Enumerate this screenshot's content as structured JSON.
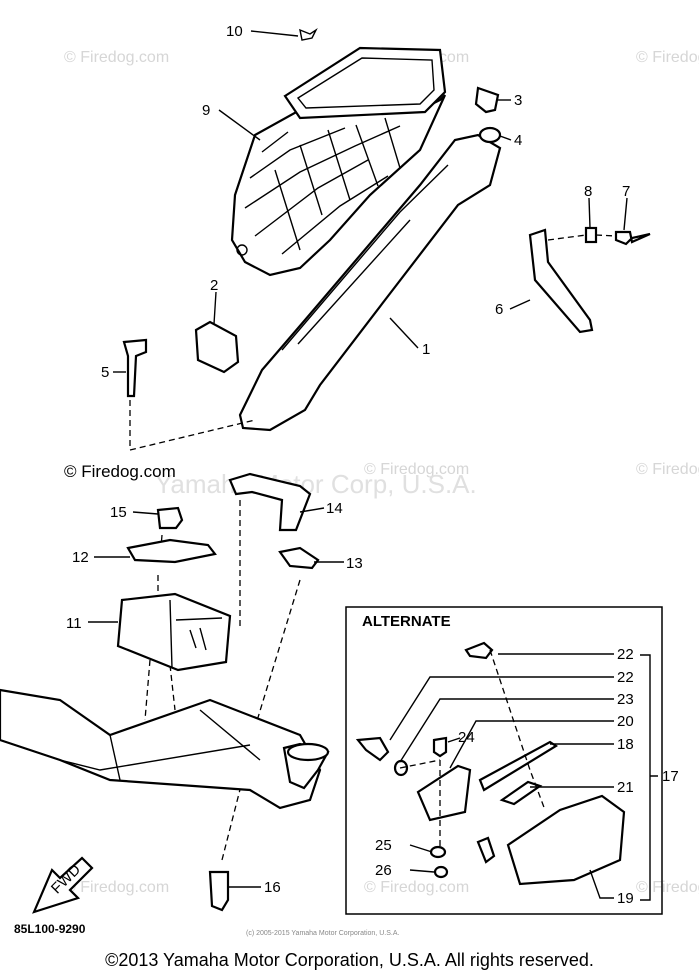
{
  "watermarks": {
    "firedog": "© Firedog.com",
    "yamaha": "Yamaha Motor Corp, U.S.A.",
    "fineprint": "(c) 2005-2015 Yamaha Motor Corporation, U.S.A."
  },
  "main_watermark": "© Firedog.com",
  "alternate_label": "ALTERNATE",
  "part_code": "85L100-9290",
  "fwd_label": "FWD",
  "footer": "©2013 Yamaha Motor Corporation, U.S.A. All rights reserved.",
  "callouts": {
    "n1": "1",
    "n2": "2",
    "n3": "3",
    "n4": "4",
    "n5": "5",
    "n6": "6",
    "n7": "7",
    "n8": "8",
    "n9": "9",
    "n10": "10",
    "n11": "11",
    "n12": "12",
    "n13": "13",
    "n14": "14",
    "n15": "15",
    "n16": "16",
    "n17": "17",
    "n18": "18",
    "n19": "19",
    "n20": "20",
    "n21": "21",
    "n22a": "22",
    "n22b": "22",
    "n23": "23",
    "n24": "24",
    "n25": "25",
    "n26": "26"
  }
}
